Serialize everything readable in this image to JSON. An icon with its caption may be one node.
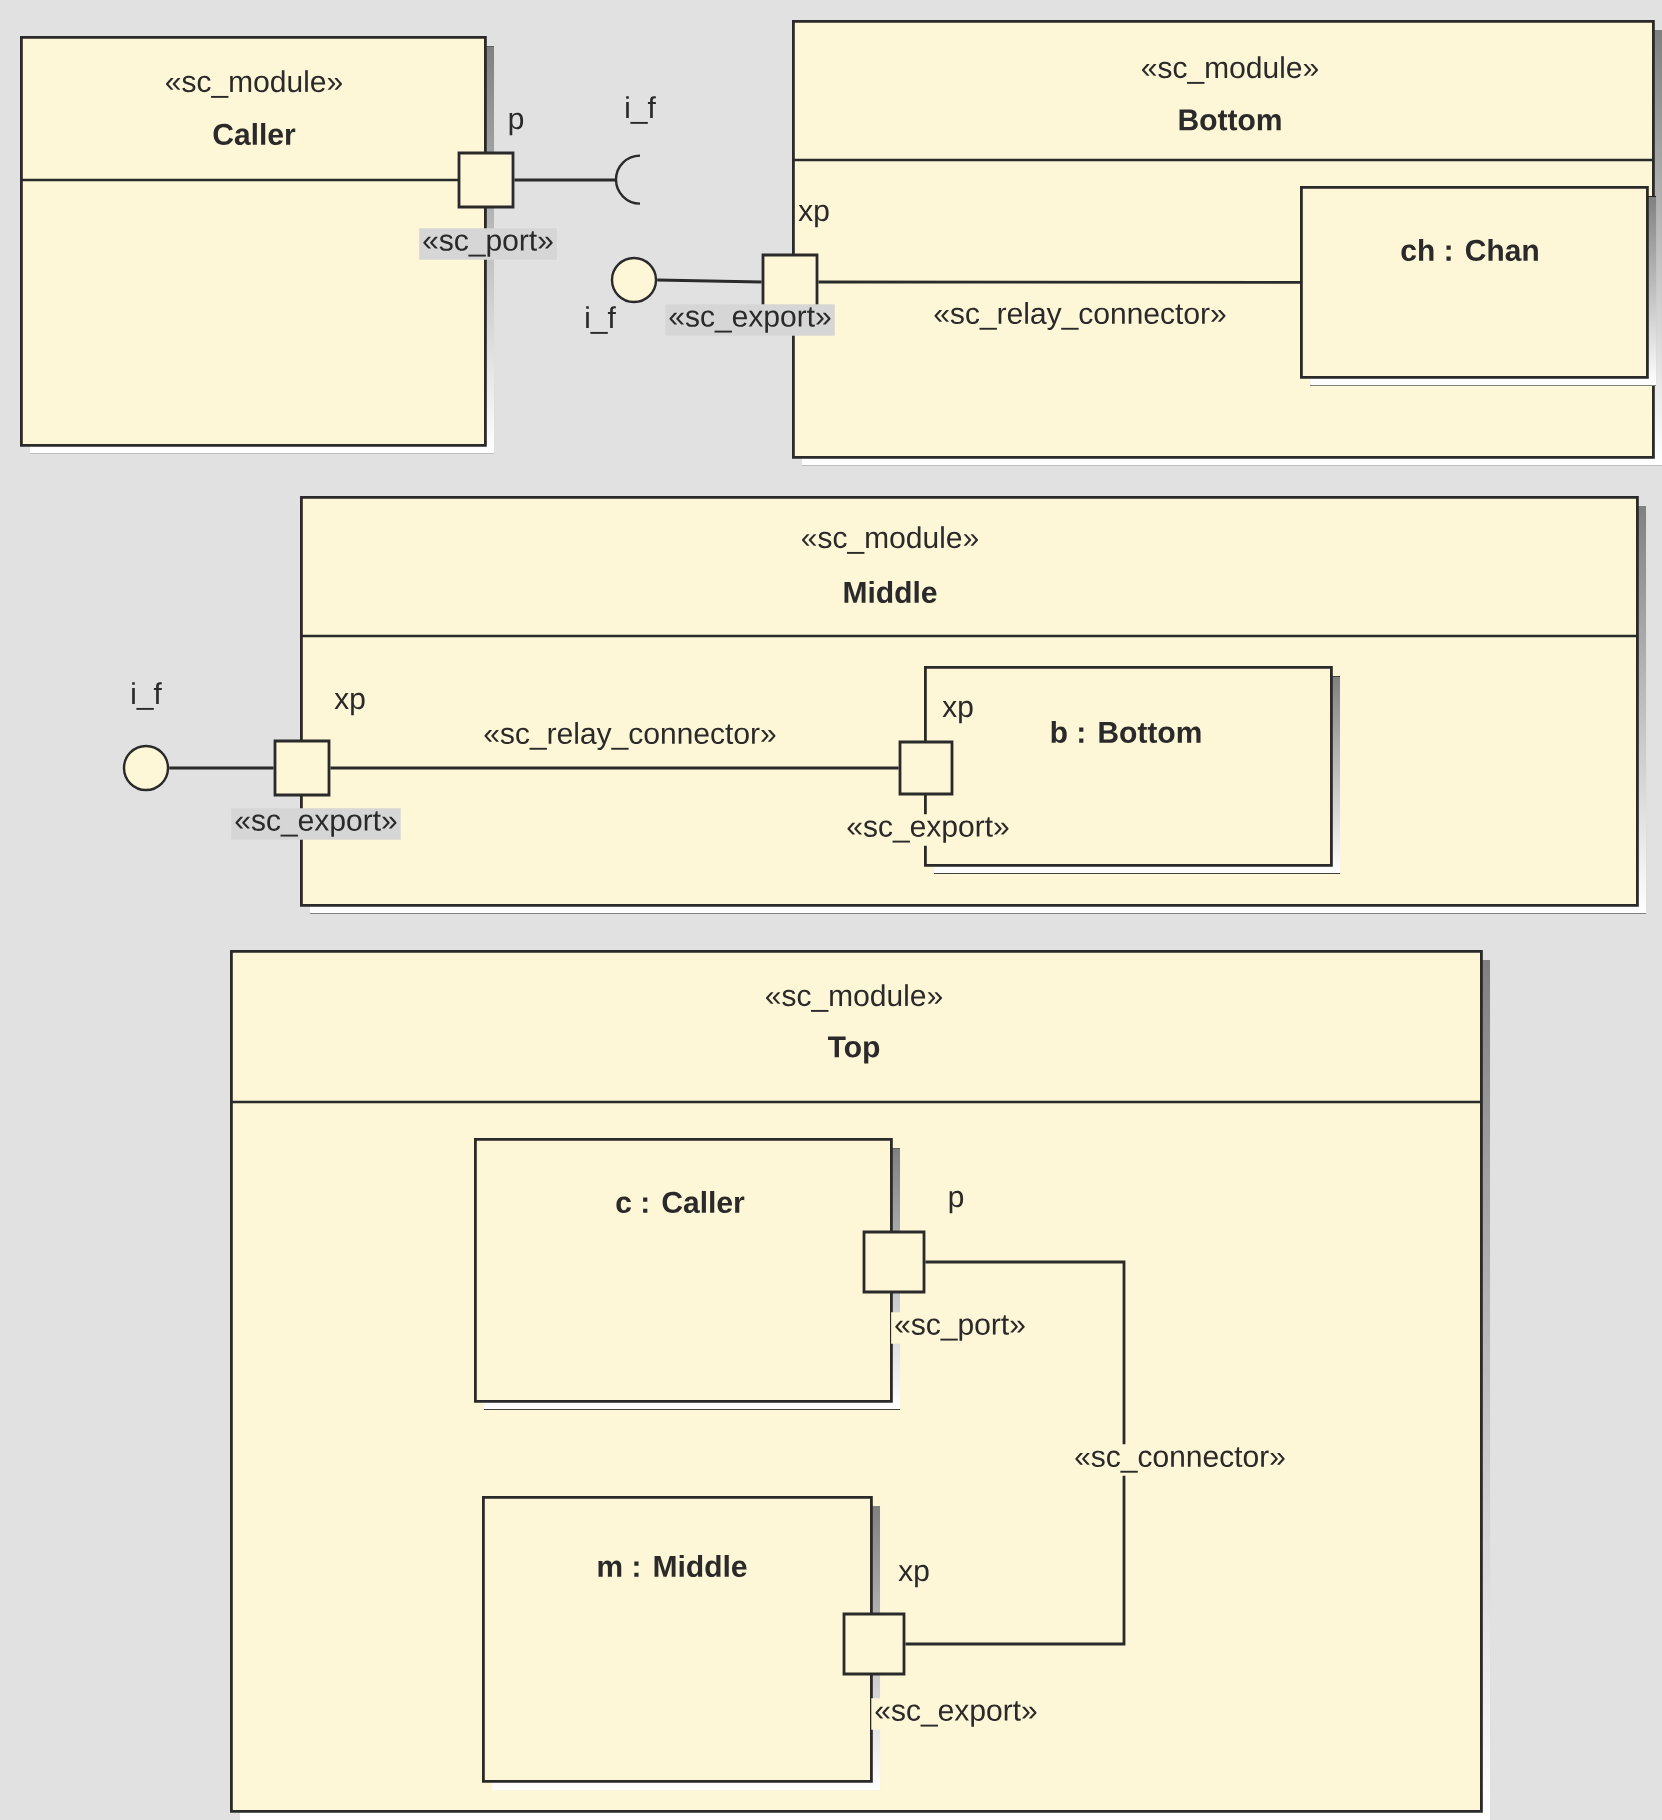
{
  "diagram": {
    "nodes": [
      {
        "text": [
          "«sc_module»",
          "Caller"
        ]
      },
      {
        "text": [],
        "shape": "box",
        "beside": [
          "p"
        ]
      },
      {
        "text": [],
        "shape": "arc",
        "beside": [
          "i_f"
        ]
      },
      {
        "text": [
          "«sc_module»",
          "Bottom"
        ]
      },
      {
        "text": [],
        "shape": "box",
        "beside": [
          "xp",
          "«sc_export»"
        ]
      },
      {
        "text": [],
        "shape": "circle",
        "beside": [
          "i_f"
        ]
      },
      {
        "text": [
          "ch : Chan"
        ],
        "in": 3
      },
      {
        "text": [
          "«sc_module»",
          "Middle"
        ]
      },
      {
        "text": [],
        "shape": "circle",
        "beside": [
          "i_f"
        ]
      },
      {
        "text": [],
        "shape": "box",
        "beside": [
          "xp",
          "«sc_export»"
        ]
      },
      {
        "text": [
          "b : Bottom"
        ],
        "in": 7
      },
      {
        "text": [],
        "shape": "box",
        "in": 7
      },
      {
        "text": [
          "«sc_module»",
          "Top"
        ]
      },
      {
        "text": [
          "c : Caller"
        ],
        "in": 12
      },
      {
        "text": [],
        "shape": "box",
        "beside": [
          "p"
        ],
        "in": 12
      },
      {
        "text": [
          "m : Middle"
        ],
        "in": 12
      },
      {
        "text": [],
        "shape": "box",
        "beside": [
          "xp"
        ],
        "in": 12
      }
    ],
    "edges": [
      {
        "from": 1,
        "to": 2,
        "arrow": "none"
      },
      {
        "from": 5,
        "to": 4,
        "arrow": "none"
      },
      {
        "from": 4,
        "to": 6,
        "arrow": "none",
        "label": "«sc_relay_connector»"
      },
      {
        "from": 8,
        "to": 9,
        "arrow": "none"
      },
      {
        "from": 9,
        "to": 11,
        "arrow": "none",
        "label": "«sc_relay_connector»"
      },
      {
        "from": 14,
        "to": 16,
        "arrow": "none",
        "label": "«sc_connector»"
      }
    ],
    "labels": [
      "«sc_port»",
      "xp",
      "«sc_export»",
      "«sc_port»",
      "«sc_export»"
    ]
  }
}
